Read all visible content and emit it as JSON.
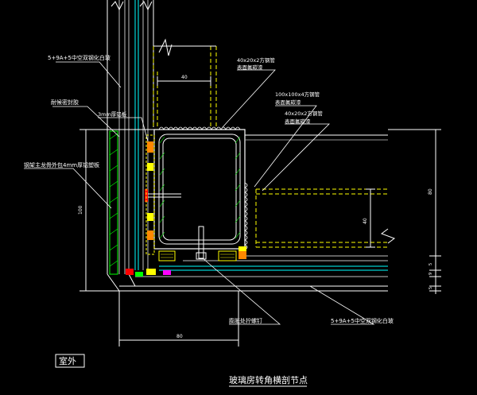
{
  "drawing": {
    "title": "玻璃房转角横剖节点",
    "outdoor_label": "室外",
    "labels": {
      "glass_top": "5+9A+5中空双钢化白玻",
      "sealant": "耐候密封胶",
      "thick_plate": "3mm厚铝板",
      "aluminum_board": "钢架主龙骨外包4mm厚铝塑板",
      "tube_1": "40x20x2方钢管",
      "tube_1b": "表面氟碳漆",
      "tube_2": "100x100x4方钢管",
      "tube_2b": "表面氟碳漆",
      "tube_3": "40x20x2方钢管",
      "tube_3b": "表面氟碳漆",
      "screw": "膨胀处拧螺钉",
      "glass_bottom": "5+9A+5中空双钢化白玻"
    },
    "dims": {
      "top_small": "40",
      "right_big": "80",
      "right_mid": "40",
      "left_tall": "100",
      "bottom": "80",
      "right_s1": "5",
      "right_s2": "9",
      "right_s3": "5"
    }
  },
  "colors": {
    "background": "#000000",
    "white_line": "#ffffff",
    "yellow": "#ffff00",
    "green": "#00ff00",
    "cyan": "#00ffff",
    "red": "#ff0000",
    "magenta": "#ff00ff",
    "gray": "#c0c0c0"
  }
}
